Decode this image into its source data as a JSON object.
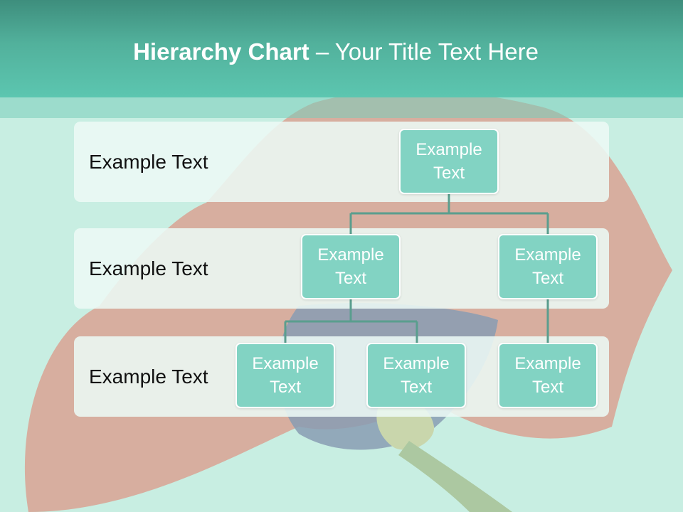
{
  "slide": {
    "title_bold": "Hierarchy Chart",
    "title_rest": " – Your Title Text Here",
    "colors": {
      "header_dark": "#3e8e7d",
      "header_light": "#5cc6b0",
      "node_fill": "#82d3c3",
      "connector": "#5a9e8e",
      "background_accent": "#e8604e"
    }
  },
  "levels": [
    {
      "label": "Example Text"
    },
    {
      "label": "Example Text"
    },
    {
      "label": "Example Text"
    }
  ],
  "nodes": [
    {
      "id": "root",
      "text": "Example Text",
      "level": 1
    },
    {
      "id": "l2-left",
      "text": "Example Text",
      "level": 2,
      "parent": "root"
    },
    {
      "id": "l2-right",
      "text": "Example Text",
      "level": 2,
      "parent": "root"
    },
    {
      "id": "l3-a",
      "text": "Example Text",
      "level": 3,
      "parent": "l2-left"
    },
    {
      "id": "l3-b",
      "text": "Example Text",
      "level": 3,
      "parent": "l2-left"
    },
    {
      "id": "l3-c",
      "text": "Example Text",
      "level": 3,
      "parent": "l2-right"
    }
  ]
}
